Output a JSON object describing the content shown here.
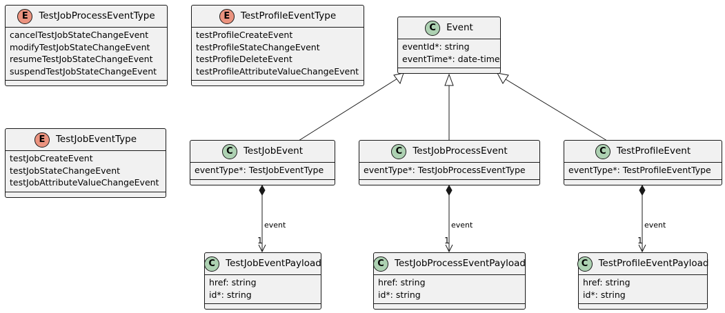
{
  "diagram": {
    "enums": {
      "test_job_process_event_type": {
        "badge": "E",
        "name": "TestJobProcessEventType",
        "values": [
          "cancelTestJobStateChangeEvent",
          "modifyTestJobStateChangeEvent",
          "resumeTestJobStateChangeEvent",
          "suspendTestJobStateChangeEvent"
        ]
      },
      "test_profile_event_type": {
        "badge": "E",
        "name": "TestProfileEventType",
        "values": [
          "testProfileCreateEvent",
          "testProfileStateChangeEvent",
          "testProfileDeleteEvent",
          "testProfileAttributeValueChangeEvent"
        ]
      },
      "test_job_event_type": {
        "badge": "E",
        "name": "TestJobEventType",
        "values": [
          "testJobCreateEvent",
          "testJobStateChangeEvent",
          "testJobAttributeValueChangeEvent"
        ]
      }
    },
    "classes": {
      "event": {
        "badge": "C",
        "name": "Event",
        "fields": [
          "eventId*: string",
          "eventTime*: date-time"
        ]
      },
      "test_job_event": {
        "badge": "C",
        "name": "TestJobEvent",
        "fields": [
          "eventType*: TestJobEventType"
        ]
      },
      "test_job_process_event": {
        "badge": "C",
        "name": "TestJobProcessEvent",
        "fields": [
          "eventType*: TestJobProcessEventType"
        ]
      },
      "test_profile_event": {
        "badge": "C",
        "name": "TestProfileEvent",
        "fields": [
          "eventType*: TestProfileEventType"
        ]
      },
      "test_job_event_payload": {
        "badge": "C",
        "name": "TestJobEventPayload",
        "fields": [
          "href: string",
          "id*: string"
        ]
      },
      "test_job_process_event_payload": {
        "badge": "C",
        "name": "TestJobProcessEventPayload",
        "fields": [
          "href: string",
          "id*: string"
        ]
      },
      "test_profile_event_payload": {
        "badge": "C",
        "name": "TestProfileEventPayload",
        "fields": [
          "href: string",
          "id*: string"
        ]
      }
    },
    "relations": {
      "job_payload": {
        "label": "event",
        "multiplicity": "1"
      },
      "process_payload": {
        "label": "event",
        "multiplicity": "1"
      },
      "profile_payload": {
        "label": "event",
        "multiplicity": "1"
      }
    },
    "colors": {
      "class_badge": "#add1b2",
      "enum_badge": "#eb937f",
      "box_fill": "#f1f1f1",
      "line": "#181818"
    }
  }
}
